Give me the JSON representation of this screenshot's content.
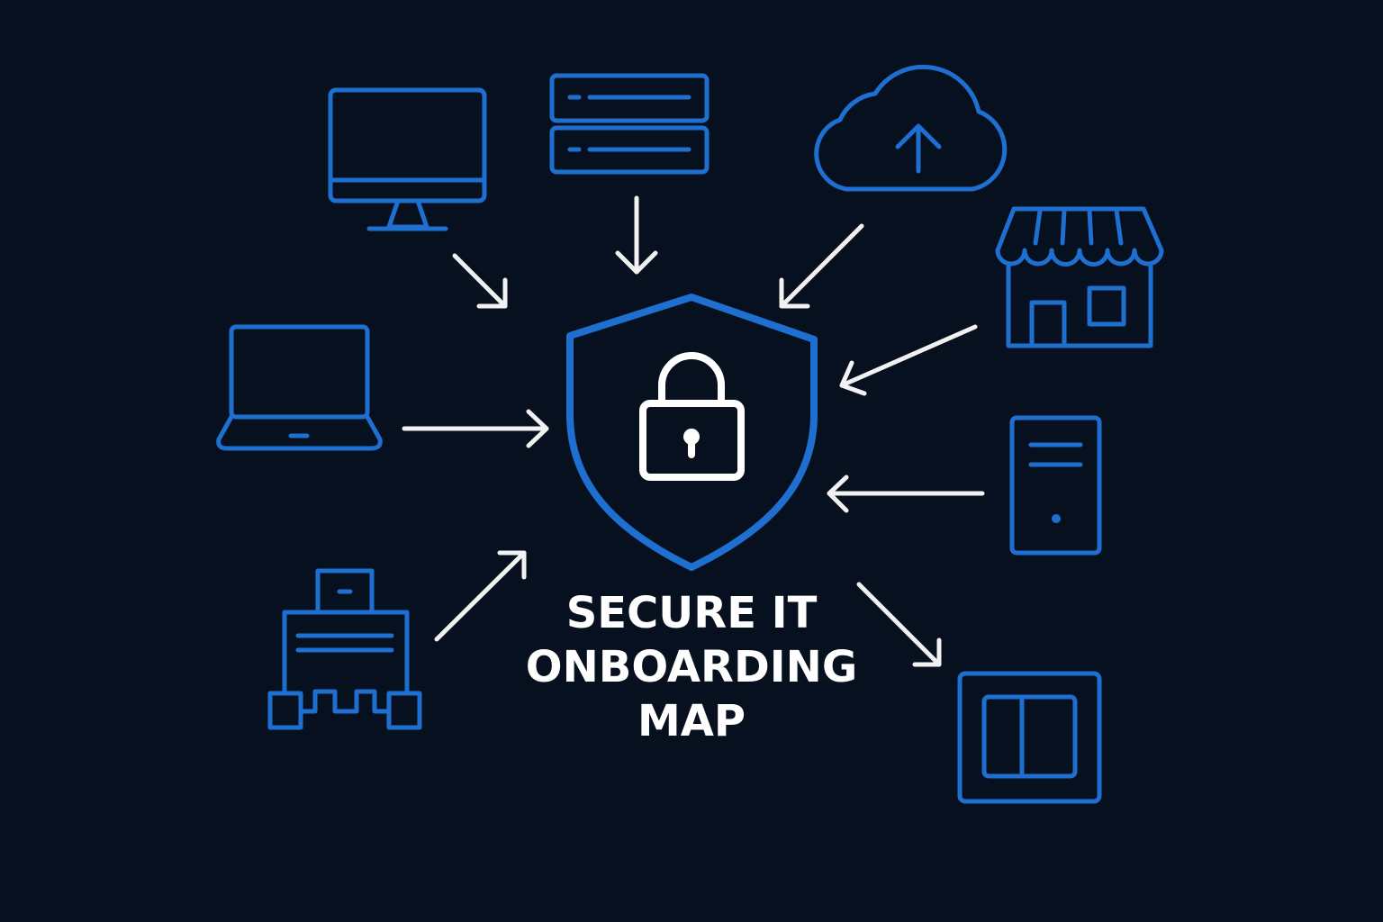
{
  "title": {
    "lines": [
      "SECURE IT",
      "ONBOARDING",
      "MAP"
    ]
  },
  "colors": {
    "background": "#07101f",
    "icon_blue": "#1f6fd1",
    "arrow_white": "#f2f2f2",
    "lock_white": "#ffffff"
  },
  "center": {
    "icon": "shield-lock-icon"
  },
  "nodes": [
    {
      "icon": "desktop-monitor-icon",
      "arrow": "inbound"
    },
    {
      "icon": "server-rack-icon",
      "arrow": "inbound"
    },
    {
      "icon": "cloud-upload-icon",
      "arrow": "inbound"
    },
    {
      "icon": "storefront-icon",
      "arrow": "inbound"
    },
    {
      "icon": "laptop-icon",
      "arrow": "inbound"
    },
    {
      "icon": "tower-pc-icon",
      "arrow": "inbound"
    },
    {
      "icon": "network-hub-icon",
      "arrow": "inbound"
    },
    {
      "icon": "panel-device-icon",
      "arrow": "outbound"
    }
  ]
}
